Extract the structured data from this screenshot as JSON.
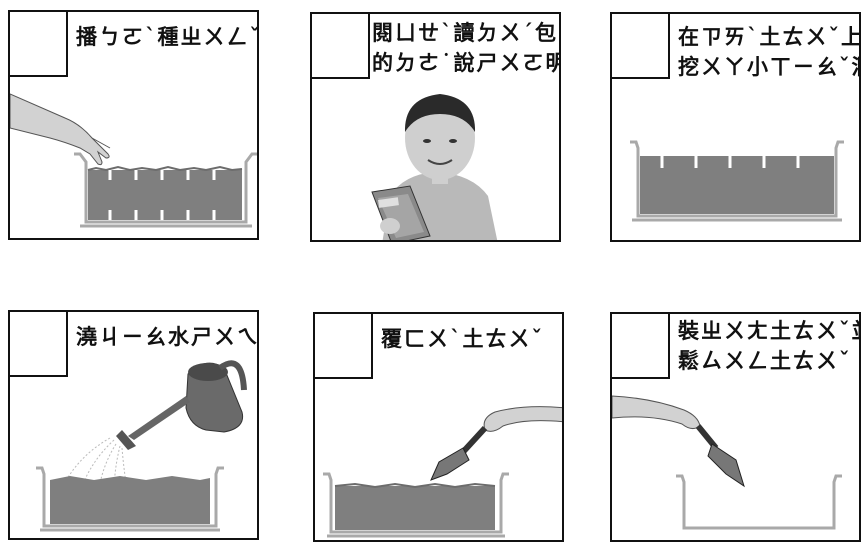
{
  "cards": [
    {
      "lines": [
        "播ㄅㄛˋ種ㄓㄨㄥˇ"
      ]
    },
    {
      "lines": [
        "閱ㄩㄝˋ讀ㄉㄨˊ包ㄅㄠ裝ㄓㄨㄤ",
        "的ㄉㄜ˙說ㄕㄨㄛ明ㄇㄧㄥˊ書ㄕㄨ"
      ]
    },
    {
      "lines": [
        "在ㄗㄞˋ土ㄊㄨˇ上ㄕㄤˋ",
        "挖ㄨㄚ小ㄒㄧㄠˇ洞ㄉㄨㄥˋ"
      ]
    },
    {
      "lines": [
        "澆ㄐㄧㄠ水ㄕㄨㄟˇ"
      ]
    },
    {
      "lines": [
        "覆ㄈㄨˋ土ㄊㄨˇ"
      ]
    },
    {
      "lines": [
        "裝ㄓㄨㄤ土ㄊㄨˇ並ㄅㄧㄥˋ",
        "鬆ㄙㄨㄥ土ㄊㄨˇ"
      ]
    }
  ],
  "colors": {
    "soil": "#7f7f7f",
    "tray": "#a9a9a9",
    "skin": "#d2d2d2",
    "ink": "#111111"
  },
  "icons": [
    "hand-icon",
    "planter-icon",
    "boy-reading-icon",
    "watering-can-icon",
    "trowel-icon"
  ]
}
